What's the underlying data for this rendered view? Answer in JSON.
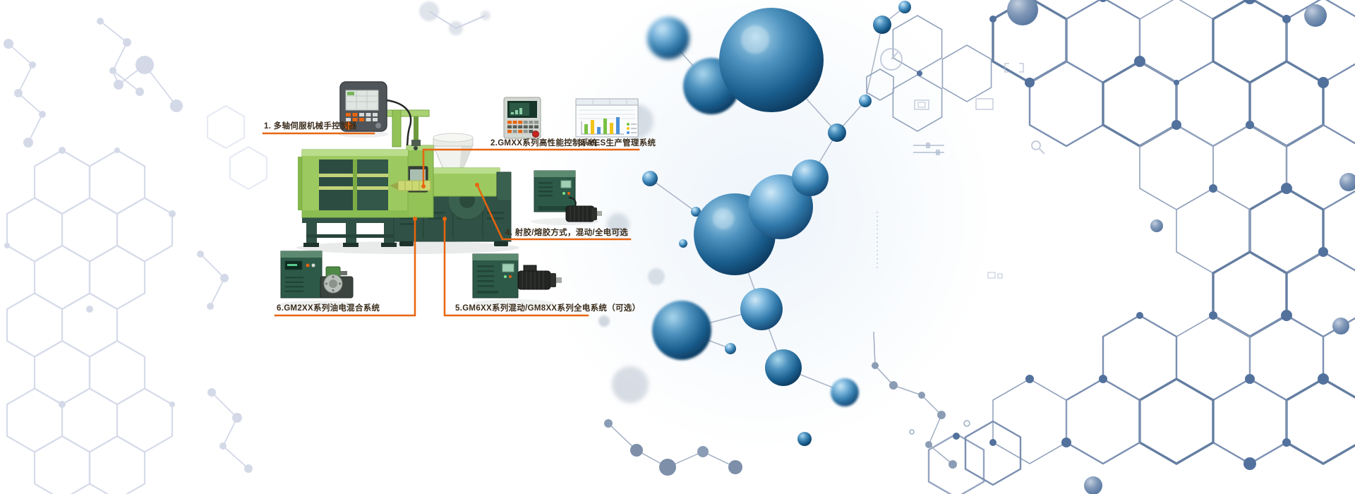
{
  "banner": {
    "callouts": [
      {
        "id": 1,
        "label": "1. 多轴伺服机械手控制器"
      },
      {
        "id": 2,
        "label": "2.GMXX系列高性能控制系统"
      },
      {
        "id": 3,
        "label": "3. MES生产管理系统"
      },
      {
        "id": 4,
        "label": "4. 射胶/熔胶方式，混动/全电可选"
      },
      {
        "id": 5,
        "label": "5.GM6XX系列混动/GM8XX系列全电系统（可选）"
      },
      {
        "id": 6,
        "label": "6.GM2XX系列油电混合系统"
      }
    ],
    "components": [
      {
        "name": "handheld-pendant-controller"
      },
      {
        "name": "gmxx-control-panel"
      },
      {
        "name": "mes-monitor-screen"
      },
      {
        "name": "servo-drive-unit"
      },
      {
        "name": "hybrid-full-electric-drive-system"
      },
      {
        "name": "oil-electric-hybrid-drive"
      }
    ],
    "colors": {
      "background": "#ffffff",
      "callout_line": "#e8650f",
      "label_text": "#3b2d1c",
      "machine_green": "#9dca60",
      "machine_base": "#305246",
      "molecule_blue": "#1d6298",
      "network_blue": "#7a8fb1",
      "left_pattern": "#cfd5e7"
    }
  }
}
